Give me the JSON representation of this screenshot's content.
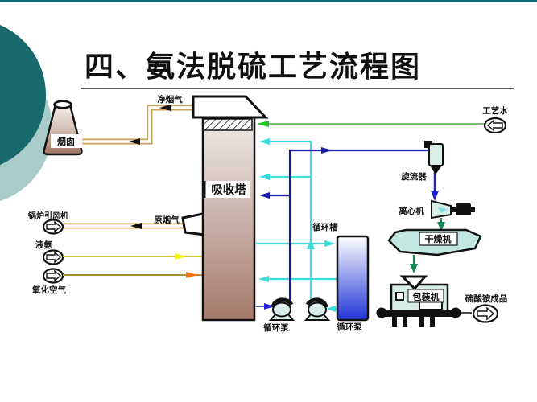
{
  "slide": {
    "title": "四、氨法脱硫工艺流程图"
  },
  "diagram": {
    "labels": {
      "chimney": "烟囱",
      "clean_flue_gas": "净烟气",
      "raw_flue_gas": "原烟气",
      "boiler_fan": "锅炉引风机",
      "liquid_ammonia": "液氨",
      "oxidation_air": "氧化空气",
      "absorber_tower": "吸收塔",
      "process_water": "工艺水",
      "cyclone": "旋流器",
      "centrifuge": "离心机",
      "dryer": "干燥机",
      "packing_machine": "包装机",
      "product": "硫酸铵成品",
      "circulation_tank": "循环槽",
      "circulation_pump_left": "循环泵",
      "circulation_pump_right": "循环泵"
    },
    "colors": {
      "accent_teal_dark": "#17696b",
      "accent_teal_light": "#a9cbca",
      "flue_gas_pipe": "#c9a45b",
      "process_water_line": "#5fb75f",
      "process_water_arrow": "#19cc19",
      "slurry_line_dark_blue": "#1a1aa8",
      "circulation_line_cyan": "#3adcdc",
      "liquid_ammonia_line": "#cdcd3e",
      "liquid_ammonia_arrow": "#f4f400",
      "oxidation_air_line": "#ab8f35",
      "oxidation_air_arrow": "#ee7711",
      "equipment_fill": "#d6ede8",
      "tower_bottom": "#a5796a",
      "tank_bottom_blue": "#2233d6"
    }
  }
}
